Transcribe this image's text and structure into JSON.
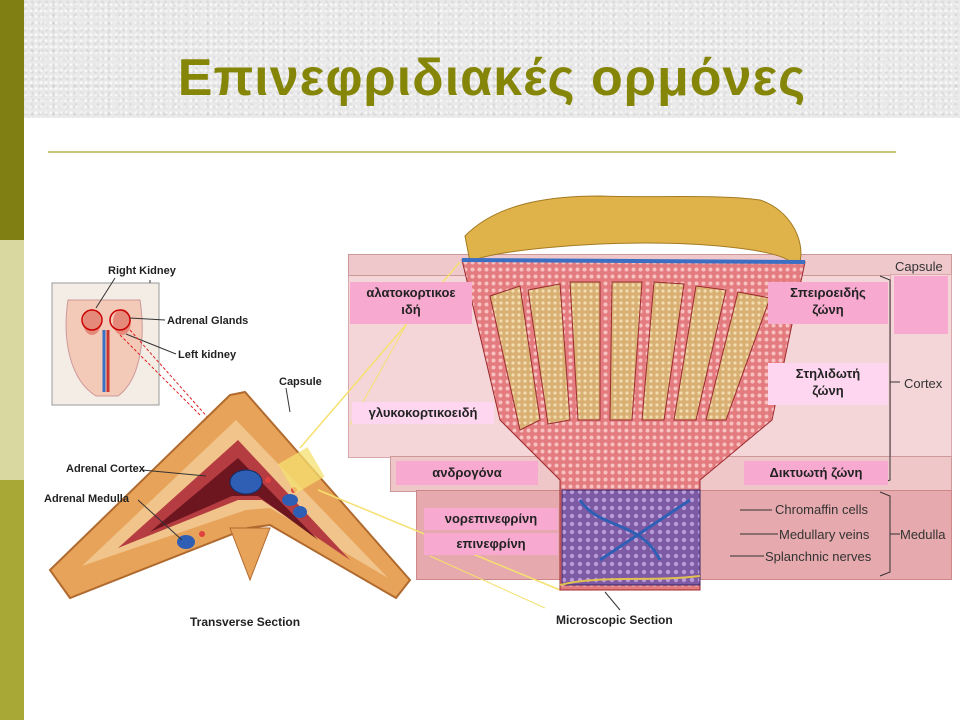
{
  "title": "Επινεφριδιακές ορμόνες",
  "inset_labels": {
    "right_kidney": "Right Kidney",
    "adrenal_glands": "Adrenal Glands",
    "left_kidney": "Left kidney"
  },
  "section_labels": {
    "capsule_left": "Capsule",
    "adrenal_cortex": "Adrenal Cortex",
    "adrenal_medulla": "Adrenal Medulla",
    "transverse": "Transverse Section",
    "microscopic": "Microscopic Section"
  },
  "right_labels": {
    "capsule": "Capsule",
    "cortex": "Cortex",
    "medulla": "Medulla",
    "chromaffin": "Chromaffin cells",
    "medullary_veins": "Medullary veins",
    "splanchnic": "Splanchnic nerves"
  },
  "hormone_boxes": {
    "mineralo_line1": "αλατοκορτικοε",
    "mineralo_line2": "ιδή",
    "gluco": "γλυκοκορτικοειδή",
    "andro": "ανδρογόνα",
    "norepi": "νορεπινεφρίνη",
    "epi": "επινεφρίνη"
  },
  "zone_boxes": {
    "glomerulosa_line1": "Σπειροειδής",
    "glomerulosa_line2": "ζώνη",
    "fasciculata_line1": "Στηλιδωτή",
    "fasciculata_line2": "ζώνη",
    "reticularis": "Δικτυωτή ζώνη"
  },
  "colors": {
    "title": "#858508",
    "bar_dark": "#7f7f14",
    "bar_light": "#d8d8a0",
    "bar_mid": "#a8a836",
    "hormone_box": "#f7a9cf",
    "zone_box": "#ffd6f0"
  }
}
